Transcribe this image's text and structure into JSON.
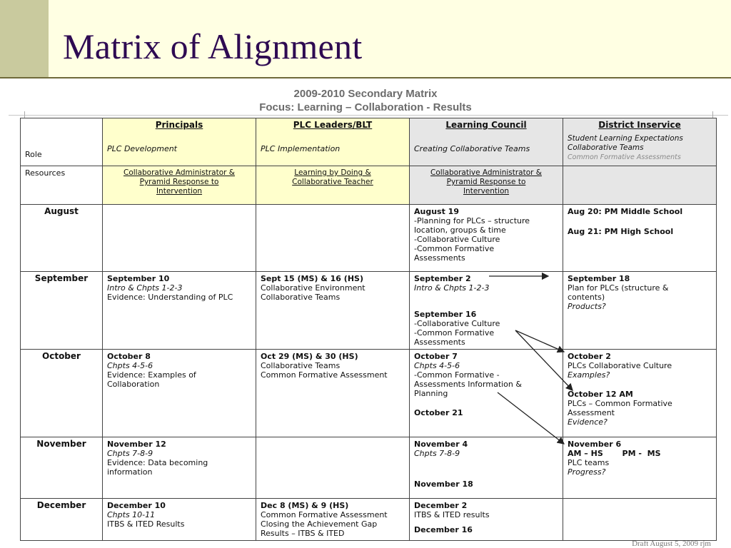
{
  "slide": {
    "title": "Matrix of Alignment"
  },
  "document": {
    "title_line1": "2009-2010 Secondary Matrix",
    "title_line2": "Focus:  Learning – Collaboration - Results",
    "draft_note": "Draft  August 5, 2009 rjm"
  },
  "columns": [
    {
      "header": "Principals",
      "role": "PLC Development",
      "resources": [
        "Collaborative Administrator  &",
        "Pyramid Response to",
        "Intervention"
      ]
    },
    {
      "header": "PLC Leaders/BLT",
      "role": "PLC Implementation",
      "resources": [
        "Learning by Doing &",
        "Collaborative Teacher"
      ]
    },
    {
      "header": "Learning Council",
      "role": "Creating Collaborative Teams",
      "resources": [
        "Collaborative Administrator  &",
        "Pyramid Response to",
        "Intervention"
      ]
    },
    {
      "header": "District Inservice",
      "role_lines": [
        "Student Learning Expectations",
        "Collaborative Teams"
      ],
      "role_gray": "Common Formative Assessments"
    }
  ],
  "row_labels": {
    "role": "Role",
    "resources": "Resources"
  },
  "months": {
    "august": {
      "label": "August",
      "learning_council": {
        "date": "August 19",
        "lines": [
          "-Planning for PLCs – structure",
          "location, groups & time",
          "-Collaborative Culture",
          "-Common Formative",
          "Assessments"
        ]
      },
      "district": {
        "line1": "Aug 20: PM  Middle School",
        "line2": "Aug 21: PM High School"
      }
    },
    "september": {
      "label": "September",
      "principals": {
        "date": "September 10",
        "italic": "Intro & Chpts 1-2-3",
        "line": "Evidence: Understanding of PLC"
      },
      "plc": {
        "date": "Sept 15 (MS) & 16 (HS)",
        "lines": [
          "Collaborative Environment",
          "Collaborative Teams"
        ]
      },
      "learning_council": {
        "date": "September 2",
        "italic": "Intro & Chpts 1-2-3",
        "date2": "September 16",
        "lines": [
          "-Collaborative Culture",
          "-Common Formative",
          "Assessments"
        ]
      },
      "district": {
        "date": "September 18",
        "lines": [
          "Plan for PLCs (structure &",
          "contents)"
        ],
        "italic": "Products?"
      }
    },
    "october": {
      "label": "October",
      "principals": {
        "date": "October 8",
        "italic": "Chpts 4-5-6",
        "lines": [
          "Evidence: Examples of",
          "Collaboration"
        ]
      },
      "plc": {
        "date": "Oct 29 (MS) & 30 (HS)",
        "lines": [
          "Collaborative Teams",
          "Common Formative Assessment"
        ]
      },
      "learning_council": {
        "date": "October 7",
        "italic": "Chpts 4-5-6",
        "lines": [
          "-Common Formative -",
          "Assessments Information &",
          "Planning"
        ],
        "date2": "October 21"
      },
      "district": {
        "date": "October 2",
        "line": "PLCs Collaborative Culture",
        "italic": "Examples?",
        "date2": "October 12  AM",
        "lines2": [
          "PLCs – Common Formative",
          "Assessment"
        ],
        "italic2": "Evidence?"
      }
    },
    "november": {
      "label": "November",
      "principals": {
        "date": "November 12",
        "italic": "Chpts 7-8-9",
        "lines": [
          "Evidence: Data becoming",
          "information"
        ]
      },
      "learning_council": {
        "date": "November 4",
        "italic": "Chpts 7-8-9",
        "date2": "November 18"
      },
      "district": {
        "date": "November 6",
        "bold_line": "AM – HS       PM -  MS",
        "line": "PLC teams",
        "italic": "Progress?"
      }
    },
    "december": {
      "label": "December",
      "principals": {
        "date": "December 10",
        "italic": "Chpts 10-11",
        "line": "ITBS & ITED Results"
      },
      "plc": {
        "date": "Dec  8 (MS) & 9 (HS)",
        "lines": [
          "Common Formative Assessment",
          "Closing the Achievement Gap",
          "Results – ITBS & ITED"
        ]
      },
      "learning_council": {
        "date": "December 2",
        "line": "ITBS & ITED results",
        "date2": "December 16"
      }
    }
  }
}
